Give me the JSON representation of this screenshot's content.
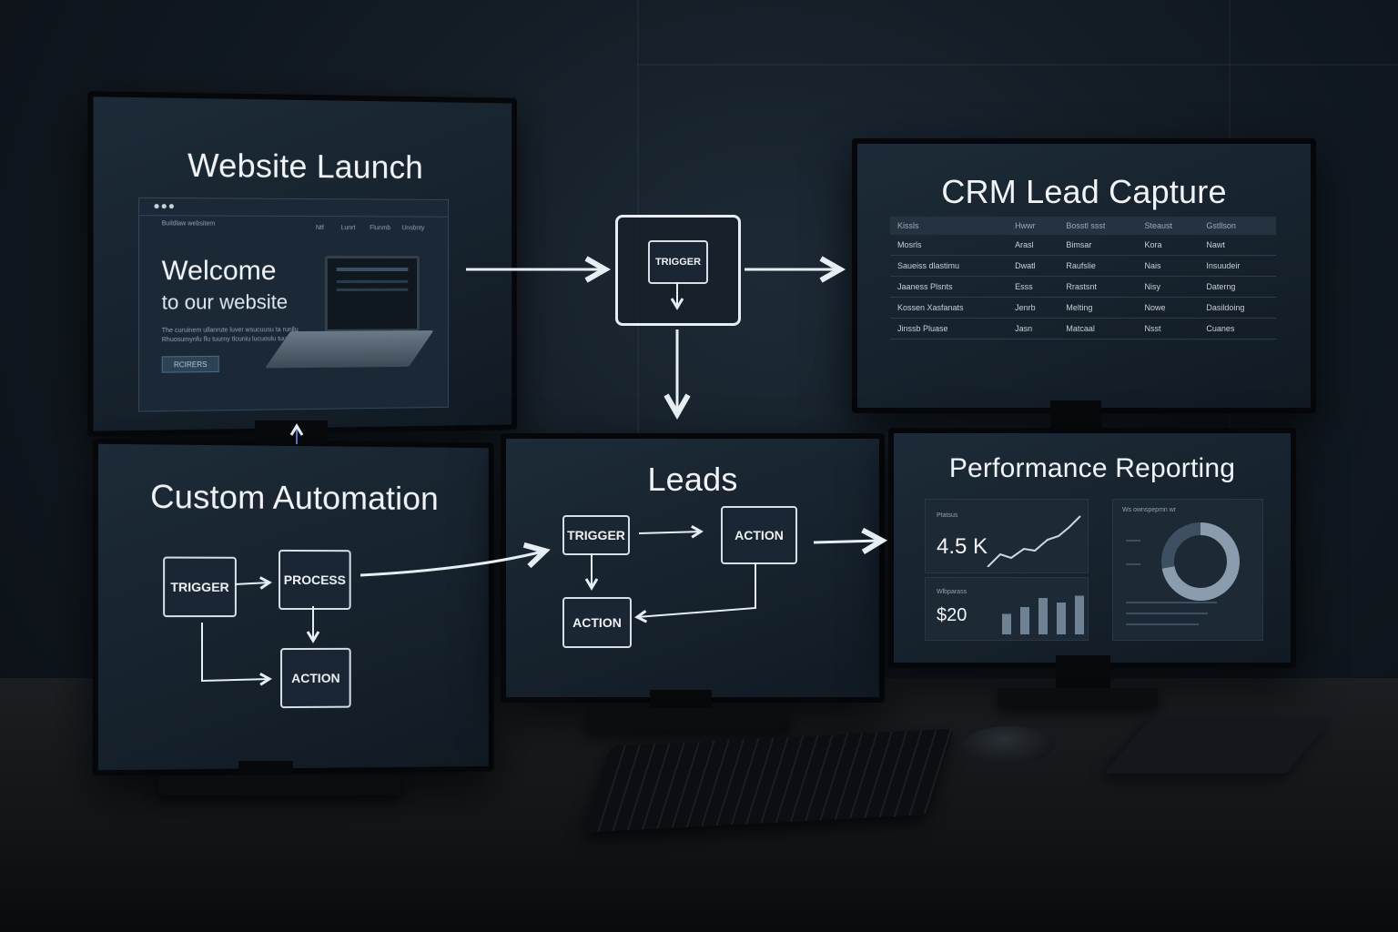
{
  "scene": {
    "website": {
      "title": "Website Launch",
      "nav_brand": "Buildlaw  websitem",
      "nav_links": [
        "Ntf",
        "Lunrt",
        "Flunmb",
        "Unsbnty"
      ],
      "headline_1": "Welcome",
      "headline_2": "to our website",
      "body_text_1": "The curuinem ullanrute luver wsucuusu ta runllu",
      "body_text_2": "Rhuosumynfu flu tuurny tlcuniu lucuoulu tuuu uulu",
      "button_label": "RCIRERS"
    },
    "center_trigger": {
      "label": "TRIGGER"
    },
    "crm": {
      "title": "CRM Lead Capture",
      "columns": [
        "Kissls",
        "Hwwr",
        "Bosstl ssst",
        "Steaust",
        "Gstllson"
      ],
      "rows": [
        [
          "Mosrls",
          "Arasl",
          "Bimsar",
          "Kora",
          "Nawt"
        ],
        [
          "Saueiss dlastimu",
          "Dwatl",
          "Raufslie",
          "Nais",
          "Insuudeir"
        ],
        [
          "Jaaness Plsnts",
          "Esss",
          "Rrastsnt",
          "Nisy",
          "Daterng"
        ],
        [
          "Kossen Xasfanats",
          "Jenrb",
          "Melting",
          "Nowe",
          "Dasildoing"
        ],
        [
          "Jinssb Pluase",
          "Jasn",
          "Matcaal",
          "Nsst",
          "Cuanes"
        ]
      ]
    },
    "automation": {
      "title": "Custom Automation",
      "nodes": {
        "trigger": "TRIGGER",
        "process": "PROCESS",
        "action": "ACTION"
      }
    },
    "leads": {
      "title": "Leads",
      "nodes": {
        "trigger": "TRIGGER",
        "action_top": "ACTION",
        "action_bottom": "ACTION"
      }
    },
    "reporting": {
      "title": "Performance Reporting",
      "kpi_1_label": "Ptatsus",
      "kpi_1_value": "4.5 K",
      "kpi_2_label": "Wlbparass",
      "kpi_2_value": "$20",
      "donut_label": "Ws ownspepmn wr",
      "bar_values": [
        0.45,
        0.6,
        0.8,
        0.7,
        0.85
      ],
      "donut_share": 0.72
    },
    "colors": {
      "screen": "#16222d",
      "accent_line": "#e6edf3",
      "bezel": "#05070a"
    },
    "icons": [
      "arrow-right-icon",
      "arrow-down-icon",
      "arrow-up-icon"
    ]
  }
}
